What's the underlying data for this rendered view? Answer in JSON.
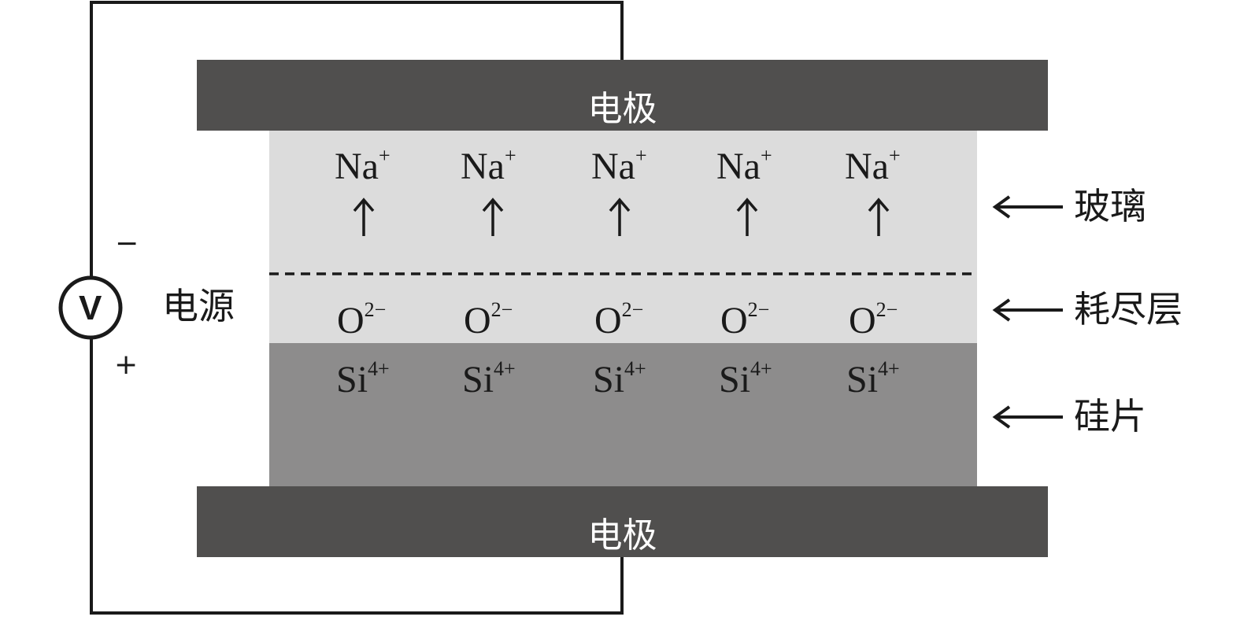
{
  "electrodes": {
    "top_label": "电极",
    "bottom_label": "电极"
  },
  "power_supply": {
    "label": "电源",
    "voltmeter_symbol": "V",
    "negative_sign": "−",
    "positive_sign": "+"
  },
  "layers": [
    {
      "label": "玻璃"
    },
    {
      "label": "耗尽层"
    },
    {
      "label": "硅片"
    }
  ],
  "ions": {
    "na": [
      {
        "base": "Na",
        "charge": "+"
      },
      {
        "base": "Na",
        "charge": "+"
      },
      {
        "base": "Na",
        "charge": "+"
      },
      {
        "base": "Na",
        "charge": "+"
      },
      {
        "base": "Na",
        "charge": "+"
      }
    ],
    "o": [
      {
        "base": "O",
        "charge": "2−"
      },
      {
        "base": "O",
        "charge": "2−"
      },
      {
        "base": "O",
        "charge": "2−"
      },
      {
        "base": "O",
        "charge": "2−"
      },
      {
        "base": "O",
        "charge": "2−"
      }
    ],
    "si": [
      {
        "base": "Si",
        "charge": "4+"
      },
      {
        "base": "Si",
        "charge": "4+"
      },
      {
        "base": "Si",
        "charge": "4+"
      },
      {
        "base": "Si",
        "charge": "4+"
      },
      {
        "base": "Si",
        "charge": "4+"
      }
    ]
  },
  "colors": {
    "electrode": "#504f4e",
    "glass": "#dcdcdc",
    "silicon_wafer": "#8d8c8c",
    "ink": "#1a1a1a"
  }
}
